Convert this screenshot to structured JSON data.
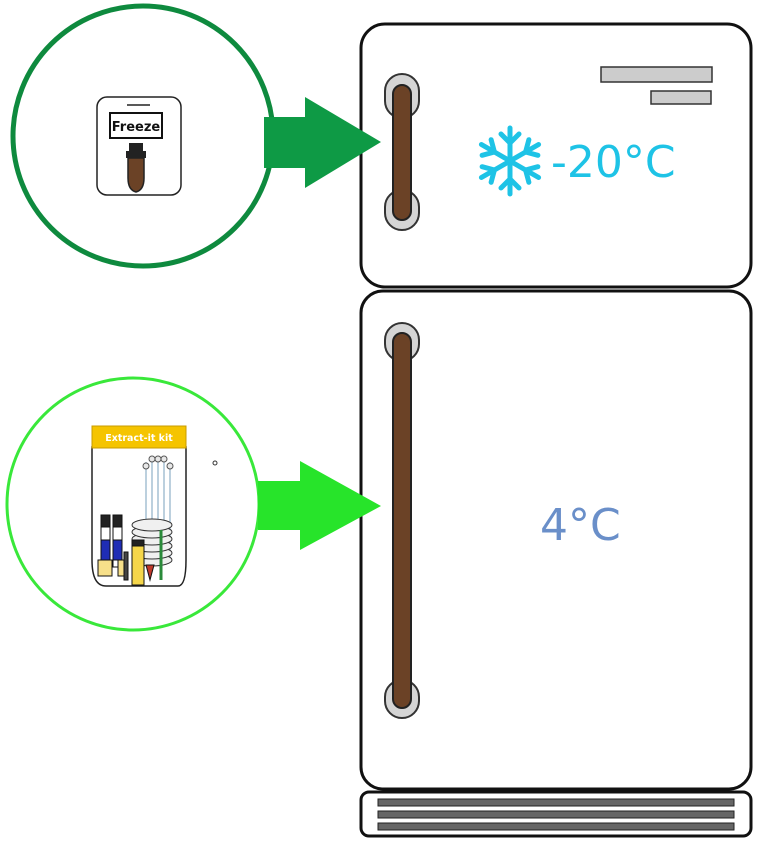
{
  "freezer": {
    "temperature": "-20°C",
    "icon": "snowflake-icon"
  },
  "fridge": {
    "temperature": "4°C"
  },
  "freeze_bag": {
    "label": "Freeze"
  },
  "kit_bag": {
    "label": "Extract-it kit"
  },
  "colors": {
    "freezer_circle": "#0e8a3e",
    "freezer_arrow": "#0e9a45",
    "fridge_circle": "#39e83a",
    "fridge_arrow": "#27e42a",
    "snowflake": "#1ec3e6",
    "freezer_temp": "#1ec3e6",
    "fridge_temp": "#6a8fc9",
    "handle": "#6b4226",
    "kit_label_bg": "#f5c400"
  }
}
